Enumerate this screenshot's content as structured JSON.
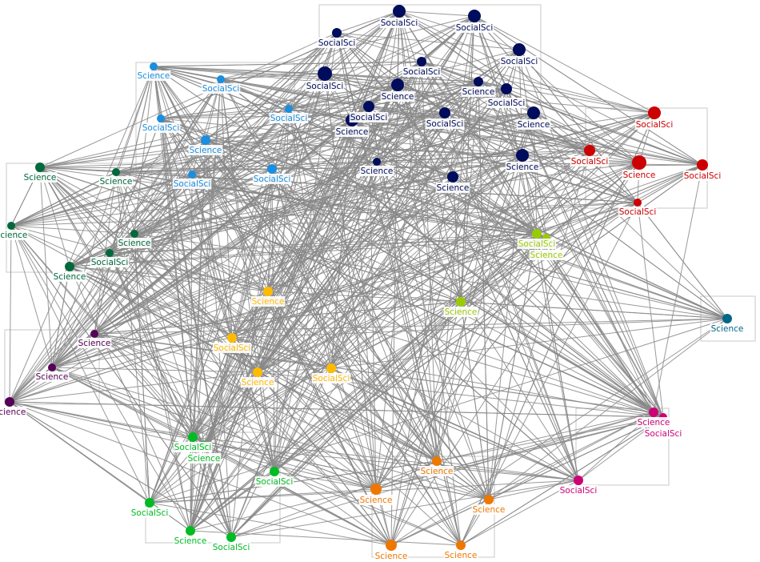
{
  "graph": {
    "edge_color": "#888888",
    "groups": [
      {
        "id": "navy",
        "color": "#000c5c",
        "nodes": [
          "SocialSci",
          "SocialSci",
          "SocialSci",
          "SocialSci",
          "SocialSci",
          "SocialSci",
          "Science",
          "Science",
          "SocialSci",
          "SocialSci",
          "Science",
          "SocialSci",
          "Science",
          "Science",
          "Science",
          "Science"
        ]
      },
      {
        "id": "blue",
        "color": "#1a8ee0",
        "nodes": [
          "Science",
          "SocialSci",
          "SocialSci",
          "SocialSci",
          "Science",
          "SocialSci",
          "SocialSci"
        ]
      },
      {
        "id": "darkgreen",
        "color": "#00693c",
        "nodes": [
          "Science",
          "Science",
          "Science",
          "Science",
          "SocialSci",
          "Science"
        ]
      },
      {
        "id": "red",
        "color": "#cc0000",
        "nodes": [
          "SocialSci",
          "SocialSci",
          "Science",
          "SocialSci",
          "SocialSci"
        ]
      },
      {
        "id": "lime",
        "color": "#99cc00",
        "nodes": [
          "SocialSci",
          "Science",
          "Science"
        ]
      },
      {
        "id": "yellow",
        "color": "#ffbb00",
        "nodes": [
          "Science",
          "SocialSci",
          "Science",
          "SocialSci"
        ]
      },
      {
        "id": "purple",
        "color": "#550058",
        "nodes": [
          "Science",
          "Science",
          "Science"
        ]
      },
      {
        "id": "teal",
        "color": "#006688",
        "nodes": [
          "Science"
        ]
      },
      {
        "id": "magenta",
        "color": "#cc0077",
        "nodes": [
          "Science",
          "SocialSci",
          "SocialSci"
        ]
      },
      {
        "id": "green",
        "color": "#00bb22",
        "nodes": [
          "SocialSci",
          "Science",
          "SocialSci",
          "SocialSci",
          "Science",
          "SocialSci"
        ]
      },
      {
        "id": "orange",
        "color": "#ee7700",
        "nodes": [
          "Science",
          "Science",
          "Science",
          "Science",
          "Science"
        ]
      }
    ]
  }
}
